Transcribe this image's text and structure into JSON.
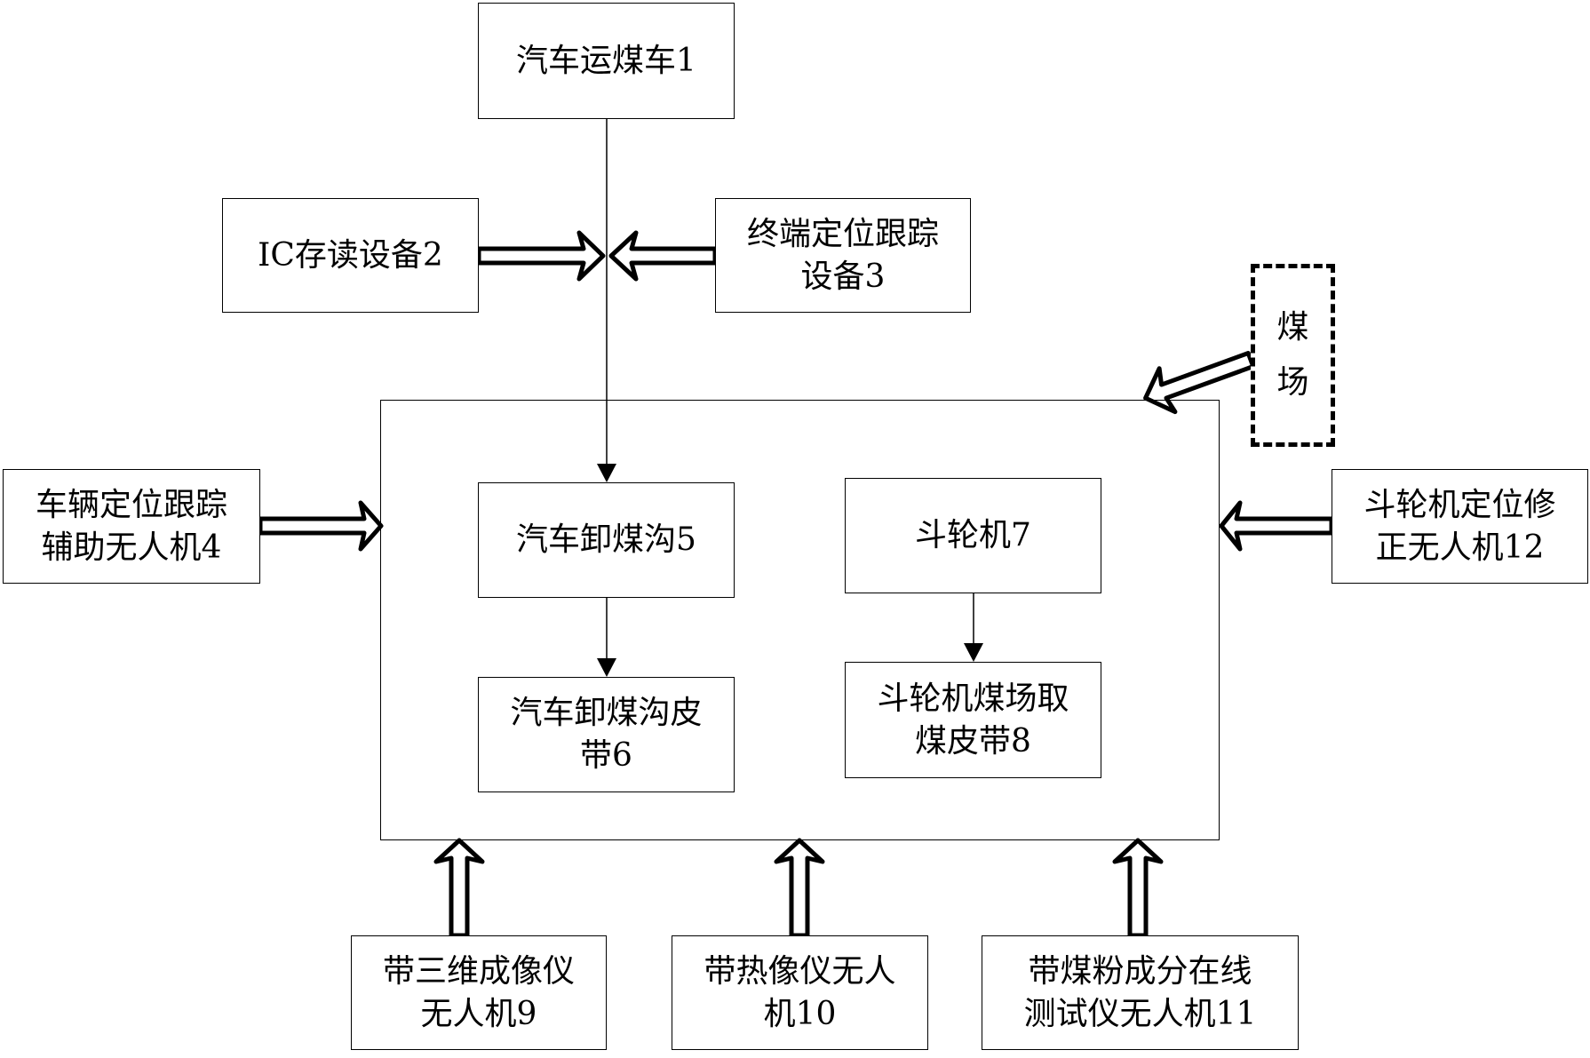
{
  "diagram": {
    "nodes": {
      "truck": {
        "id": 1,
        "label": "汽车运煤车1"
      },
      "ic_reader": {
        "id": 2,
        "label": "IC存读设备2"
      },
      "terminal_tracker": {
        "id": 3,
        "line1": "终端定位跟踪",
        "line2": "设备3"
      },
      "vehicle_drone": {
        "id": 4,
        "line1": "车辆定位跟踪",
        "line2": "辅助无人机4"
      },
      "unload_trench": {
        "id": 5,
        "label": "汽车卸煤沟5"
      },
      "unload_belt": {
        "id": 6,
        "line1": "汽车卸煤沟皮",
        "line2": "带6"
      },
      "bucket_wheel": {
        "id": 7,
        "label": "斗轮机7"
      },
      "bucket_belt": {
        "id": 8,
        "line1": "斗轮机煤场取",
        "line2": "煤皮带8"
      },
      "imaging_drone": {
        "id": 9,
        "line1": "带三维成像仪",
        "line2": "无人机9"
      },
      "thermal_drone": {
        "id": 10,
        "line1": "带热像仪无人",
        "line2": "机10"
      },
      "dust_drone": {
        "id": 11,
        "line1": "带煤粉成分在线",
        "line2": "测试仪无人机11"
      },
      "bucket_fix_drone": {
        "id": 12,
        "line1": "斗轮机定位修",
        "line2": "正无人机12"
      },
      "coal_yard": {
        "char1": "煤",
        "char2": "场"
      }
    },
    "edges": [
      {
        "from": "truck",
        "to": "unload_trench",
        "style": "line-arrow"
      },
      {
        "from": "ic_reader",
        "to": "truck-line",
        "style": "hollow-arrow"
      },
      {
        "from": "terminal_tracker",
        "to": "truck-line",
        "style": "hollow-arrow"
      },
      {
        "from": "unload_trench",
        "to": "unload_belt",
        "style": "line-arrow"
      },
      {
        "from": "bucket_wheel",
        "to": "bucket_belt",
        "style": "line-arrow"
      },
      {
        "from": "vehicle_drone",
        "to": "system",
        "style": "hollow-arrow"
      },
      {
        "from": "bucket_fix_drone",
        "to": "system",
        "style": "hollow-arrow"
      },
      {
        "from": "coal_yard",
        "to": "system",
        "style": "hollow-arrow"
      },
      {
        "from": "imaging_drone",
        "to": "system",
        "style": "hollow-arrow"
      },
      {
        "from": "thermal_drone",
        "to": "system",
        "style": "hollow-arrow"
      },
      {
        "from": "dust_drone",
        "to": "system",
        "style": "hollow-arrow"
      }
    ]
  }
}
